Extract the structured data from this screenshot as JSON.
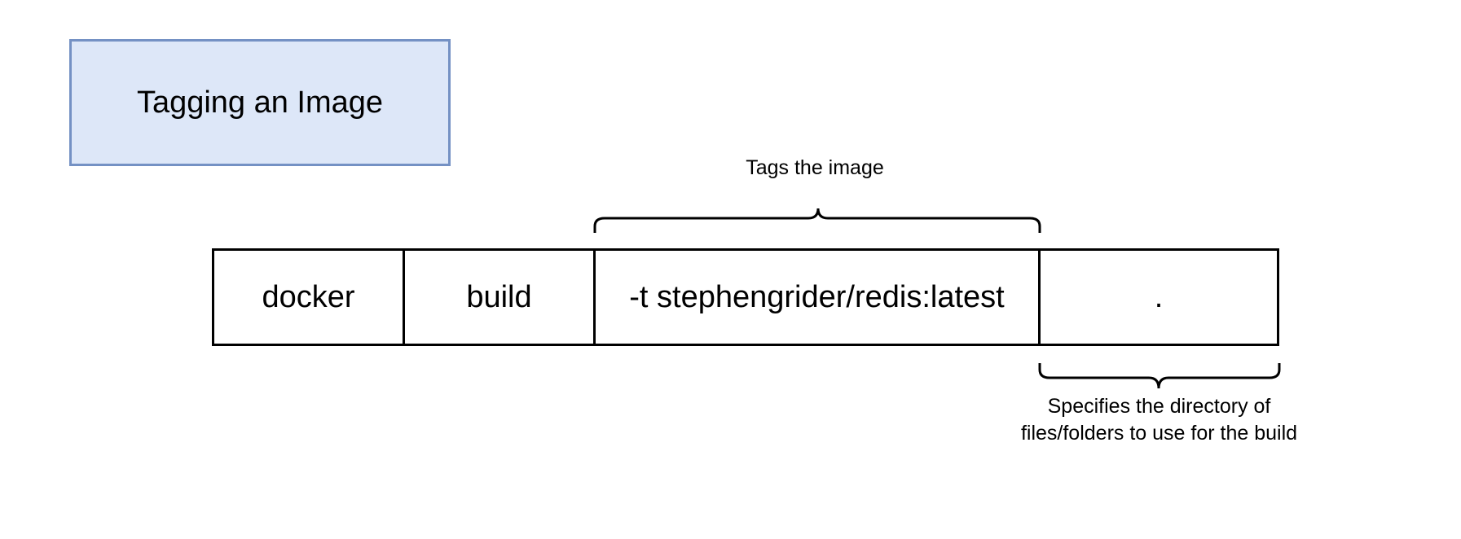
{
  "title": "Tagging an Image",
  "command": {
    "segments": [
      {
        "text": "docker"
      },
      {
        "text": "build"
      },
      {
        "text": "-t stephengrider/redis:latest"
      },
      {
        "text": "."
      }
    ]
  },
  "annotations": {
    "tag": "Tags the image",
    "directory": "Specifies the directory of files/folders to use for the build"
  },
  "colors": {
    "title_fill": "#dde7f8",
    "title_border": "#7491c4",
    "stroke": "#000000"
  }
}
